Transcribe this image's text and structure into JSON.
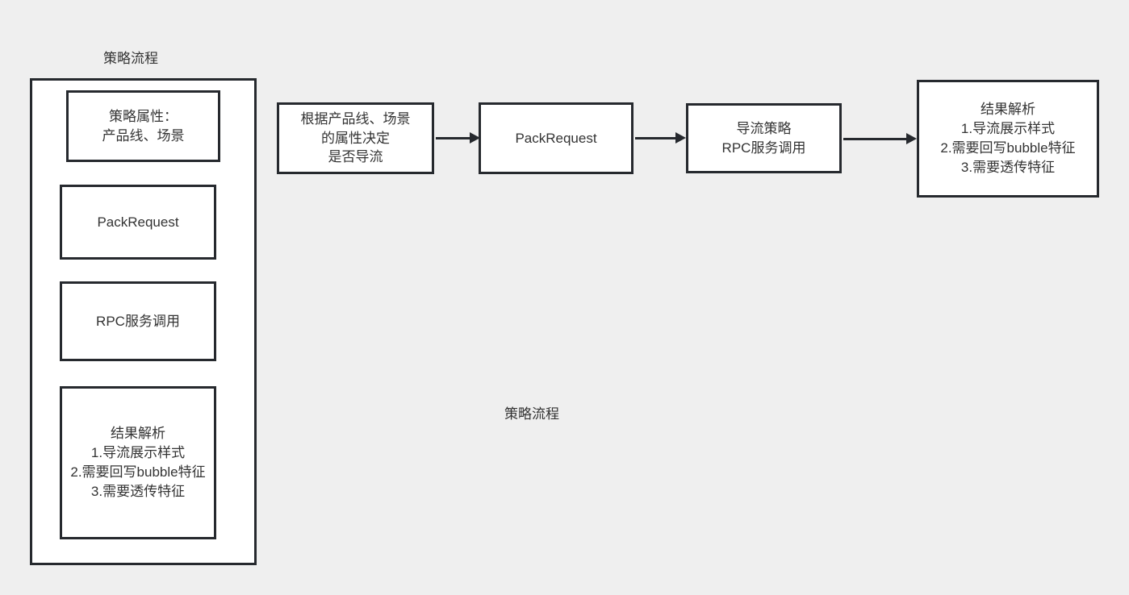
{
  "diagram": {
    "top_title": "策略流程",
    "mid_title": "策略流程",
    "container": {
      "boxes": [
        {
          "id": "strategy-attributes",
          "label": "策略属性：\n产品线、场景"
        },
        {
          "id": "pack-request",
          "label": "PackRequest"
        },
        {
          "id": "rpc-service-call",
          "label": "RPC服务调用"
        },
        {
          "id": "result-parsing",
          "label": "结果解析\n1.导流展示样式\n2.需要回写bubble特征\n3.需要透传特征"
        }
      ]
    },
    "flow": {
      "boxes": [
        {
          "id": "decide-diversion",
          "label": "根据产品线、场景\n的属性决定\n是否导流"
        },
        {
          "id": "pack-request",
          "label": "PackRequest"
        },
        {
          "id": "diversion-strategy-rpc",
          "label": "导流策略\nRPC服务调用"
        },
        {
          "id": "result-parsing",
          "label": "结果解析\n1.导流展示样式\n2.需要回写bubble特征\n3.需要透传特征"
        }
      ],
      "arrow_count": 3
    },
    "colors": {
      "background": "#efefef",
      "box_fill": "#ffffff",
      "border": "#26292e",
      "text": "#333333"
    }
  }
}
